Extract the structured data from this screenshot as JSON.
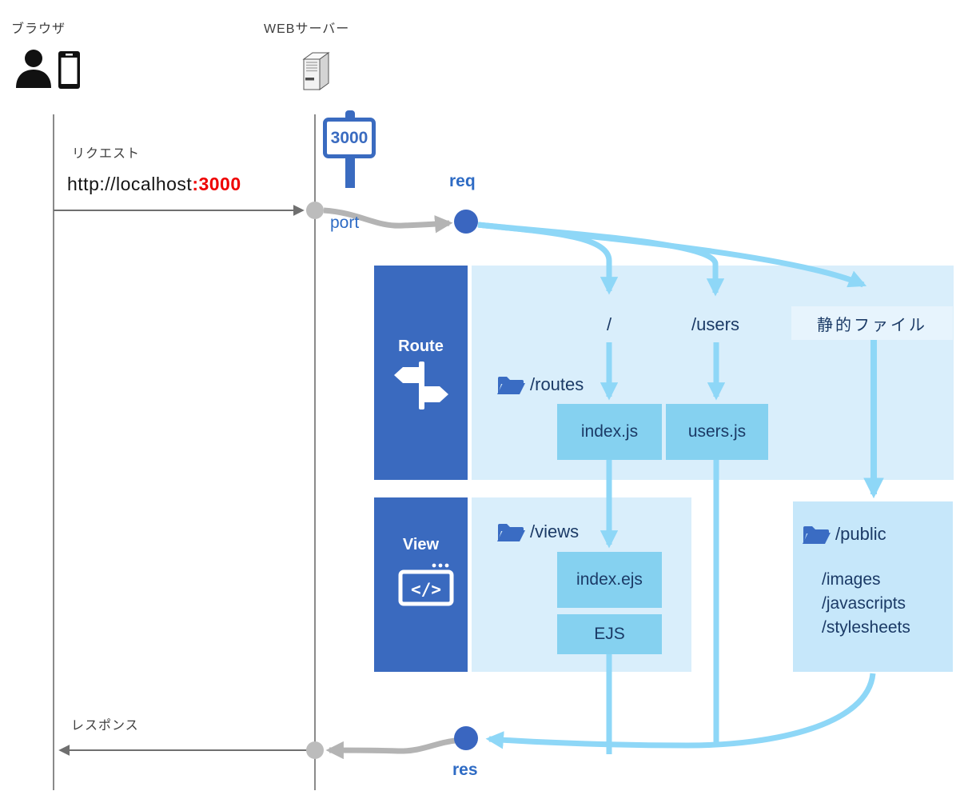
{
  "actors": {
    "browser_label": "ブラウザ",
    "server_label": "WEBサーバー"
  },
  "request": {
    "label": "リクエスト",
    "url": "http://localhost",
    "port": ":3000"
  },
  "response": {
    "label": "レスポンス"
  },
  "port_sign": {
    "value": "3000",
    "label": "port"
  },
  "flow": {
    "req": "req",
    "res": "res"
  },
  "route": {
    "title": "Route",
    "folder": "/routes",
    "path_root": "/",
    "path_users": "/users",
    "path_static": "静的ファイル",
    "file_index": "index.js",
    "file_users": "users.js"
  },
  "view": {
    "title": "View",
    "folder": "/views",
    "file_index": "index.ejs",
    "engine": "EJS",
    "icon_glyph": "</>"
  },
  "public": {
    "folder": "/public",
    "dirs": [
      "/images",
      "/javascripts",
      "/stylesheets"
    ]
  },
  "colors": {
    "accent_blue": "#3a6bc0",
    "dot_blue": "#3a66c0",
    "label_blue": "#2e6bc4",
    "light_panel": "#d9eefb",
    "public_panel": "#c6e7fa",
    "static_label_bg": "#e7f4fd",
    "file_box": "#85d1f0",
    "flow_line": "#8ed7f7",
    "gray_thick": "#b4b4b4",
    "gray_thin": "#7a7a7a",
    "text_navy": "#1b3a66",
    "port_red": "#ee0000"
  }
}
